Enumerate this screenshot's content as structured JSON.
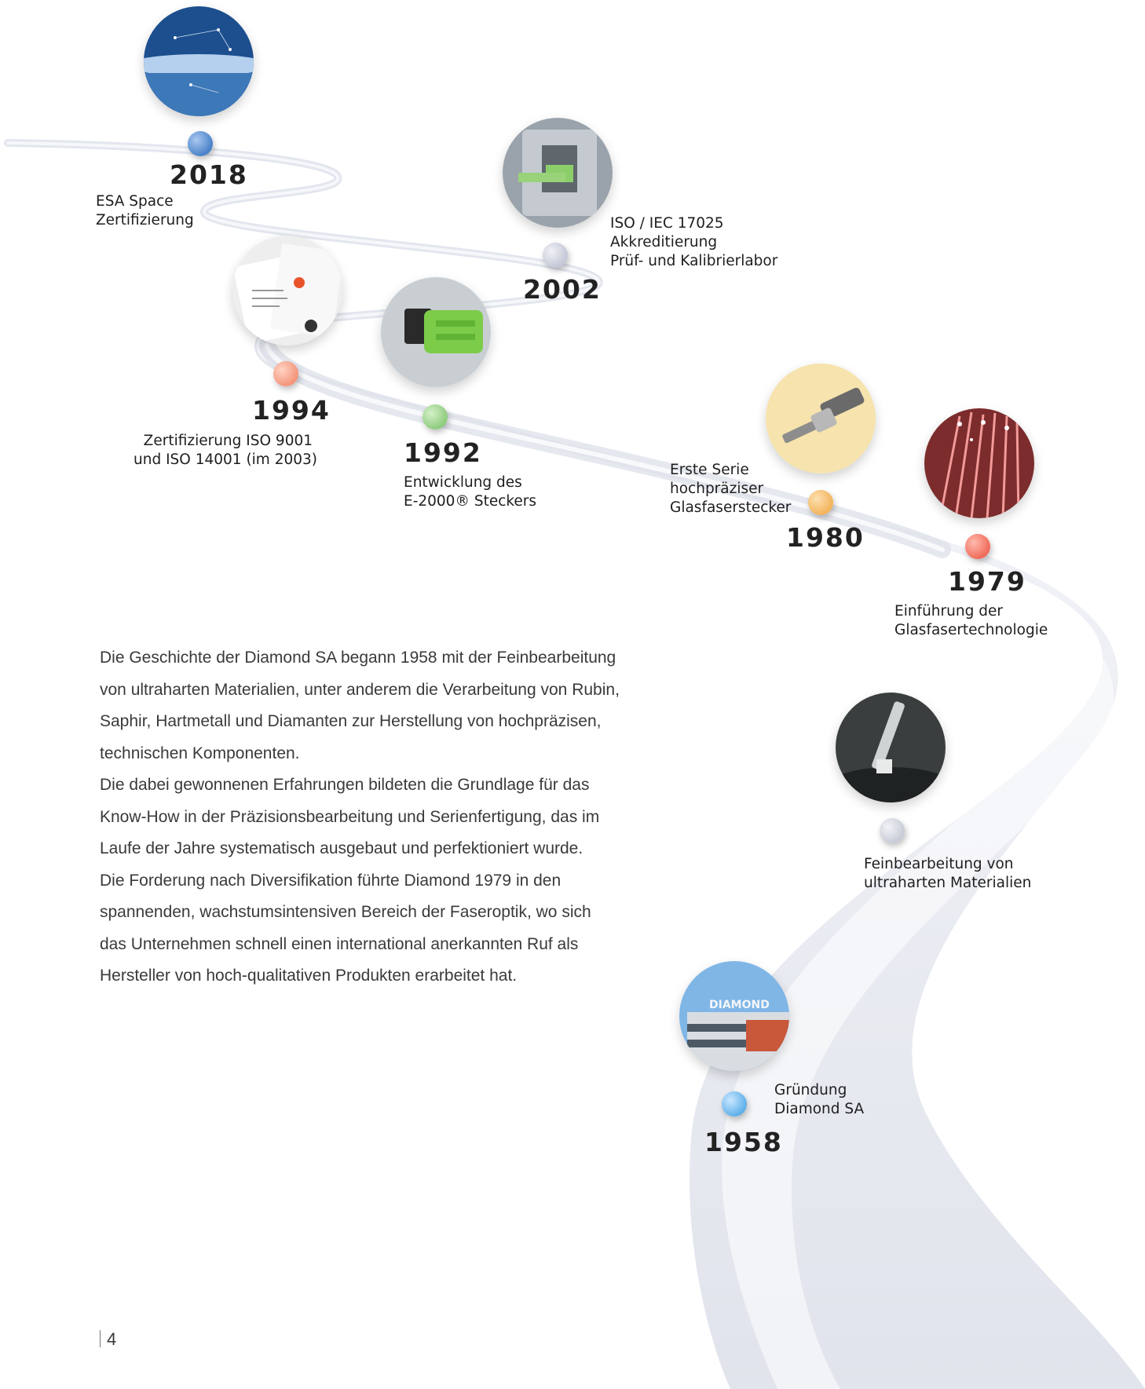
{
  "timeline": [
    {
      "year": "2018",
      "lines": [
        "ESA Space",
        "Zertifizierung"
      ],
      "dot_color": "#4a82c8",
      "photo": "earth-network"
    },
    {
      "year": "2002",
      "lines": [
        "ISO / IEC 17025",
        "Akkreditierung",
        "Prüf- und Kalibrierlabor"
      ],
      "dot_color": "#c4c7d6",
      "photo": "connector-adapter"
    },
    {
      "year": "1994",
      "lines": [
        "Zertifizierung ISO 9001",
        "und ISO 14001 (im 2003)"
      ],
      "dot_color": "#f4957a",
      "photo": "certificates"
    },
    {
      "year": "1992",
      "lines": [
        "Entwicklung des",
        "E-2000® Steckers"
      ],
      "dot_color": "#8fcc7e",
      "photo": "green-connector"
    },
    {
      "year": "1980",
      "lines": [
        "Erste Serie",
        "hochpräziser",
        "Glasfaserstecker"
      ],
      "dot_color": "#f2b45c",
      "photo": "fiber-plug"
    },
    {
      "year": "1979",
      "lines": [
        "Einführung der",
        "Glasfasertechnologie"
      ],
      "dot_color": "#f06b5a",
      "photo": "optical-fibers"
    },
    {
      "year": "",
      "lines": [
        "Feinbearbeitung von",
        "ultraharten Materialien"
      ],
      "dot_color": "#c8ccd6",
      "photo": "stylus"
    },
    {
      "year": "1958",
      "lines": [
        "Gründung",
        "Diamond SA"
      ],
      "dot_color": "#5fb0ea",
      "photo": "diamond-building"
    }
  ],
  "building_sign": "DIAMOND",
  "intro_lines": [
    "Die Geschichte der Diamond SA begann 1958 mit der Feinbearbeitung",
    "von ultraharten Materialien, unter anderem die Verarbeitung von Rubin,",
    "Saphir, Hartmetall und Diamanten zur Herstellung von hochpräzisen,",
    "technischen Komponenten.",
    "Die dabei gewonnenen Erfahrungen bildeten die Grundlage für das",
    "Know-How in der Präzisionsbearbeitung und Serienfertigung, das im",
    "Laufe der Jahre systematisch ausgebaut und perfektioniert wurde.",
    "Die Forderung nach Diversifikation führte Diamond 1979 in den",
    "spannenden, wachstumsintensiven Bereich der Faseroptik, wo sich",
    "das Unternehmen schnell einen international anerkannten Ruf als",
    "Hersteller von hoch-qualitativen Produkten erarbeitet hat."
  ],
  "page_number": "4"
}
